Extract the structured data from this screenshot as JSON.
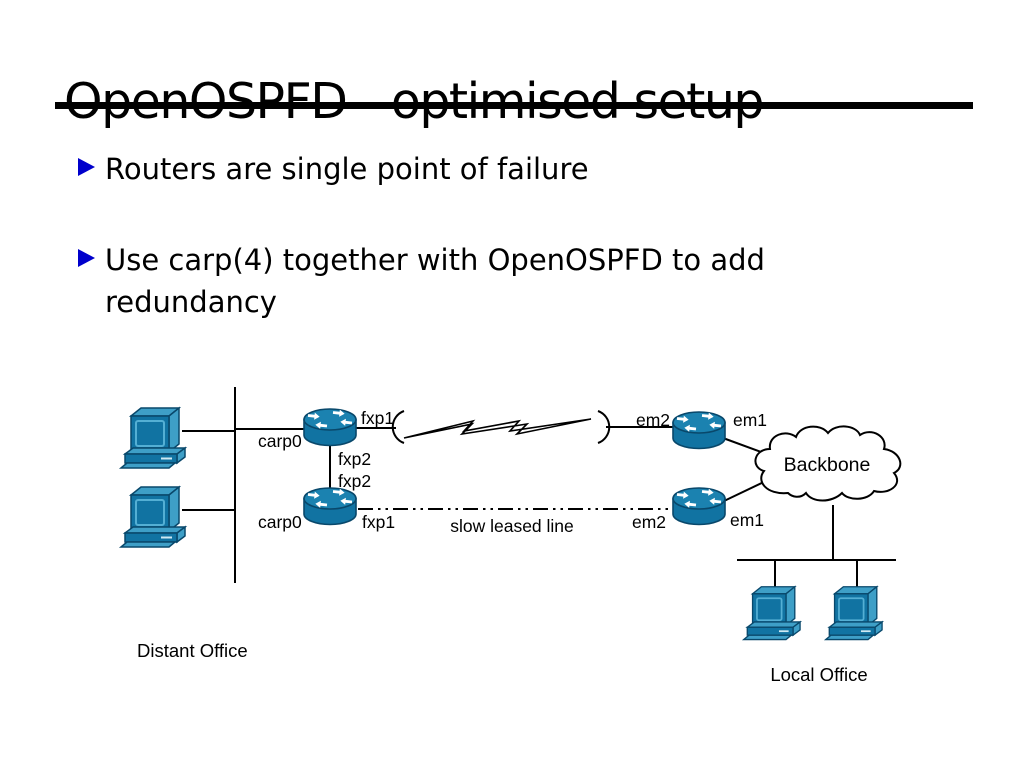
{
  "title": "OpenOSPFD - optimised setup",
  "bullets": [
    "Routers are single point of failure",
    "Use carp(4) together with OpenOSPFD to add redundancy"
  ],
  "diagram": {
    "labels": {
      "r1_carp": "carp0",
      "r1_wan": "fxp1",
      "r1_cross": "fxp2",
      "r2_cross": "fxp2",
      "r2_carp": "carp0",
      "r2_wan": "fxp1",
      "r3_wan": "em2",
      "r3_lan": "em1",
      "r4_wan": "em2",
      "r4_lan": "em1",
      "slow_line": "slow leased line",
      "cloud": "Backbone",
      "distant_office": "Distant Office",
      "local_office": "Local Office"
    },
    "colors": {
      "device_fill": "#1173A2",
      "device_top": "#1B82B0",
      "device_light": "#3E9FC7",
      "device_outline": "#09486B",
      "screen_frame": "#54AFD4",
      "bullet_blue": "#0000CC",
      "line_black": "#000000"
    },
    "icons": {
      "bullet": "triangle-right-icon",
      "workstation": "desktop-computer-icon",
      "router": "router-icon",
      "backbone": "network-cloud-icon",
      "wan_link": "lightning-bolt-icon"
    }
  }
}
